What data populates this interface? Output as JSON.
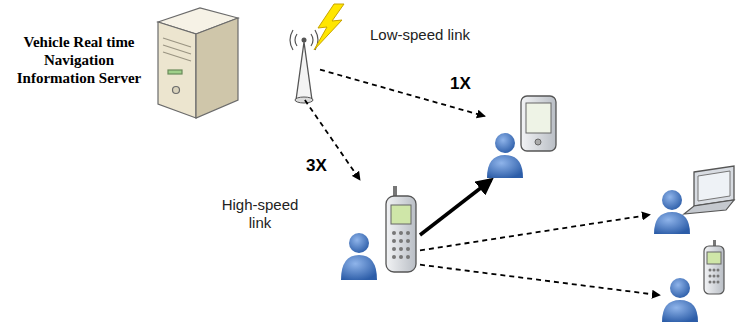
{
  "diagram": {
    "nodes": [
      {
        "text": [
          "Vehicle Real time Navigation Information Server"
        ]
      },
      {
        "text": []
      },
      {
        "text": []
      },
      {
        "text": []
      },
      {
        "text": []
      }
    ],
    "edges": [
      {
        "from": 0,
        "to": 1,
        "arrow": "to",
        "label": "Low-speed link"
      },
      {
        "from": 0,
        "to": 2,
        "arrow": "to",
        "label": "High-speed link"
      },
      {
        "from": 2,
        "to": 1,
        "arrow": "to"
      },
      {
        "from": 2,
        "to": 3,
        "arrow": "to"
      },
      {
        "from": 2,
        "to": 4,
        "arrow": "to"
      }
    ],
    "labels": [
      "1X",
      "3X"
    ]
  }
}
